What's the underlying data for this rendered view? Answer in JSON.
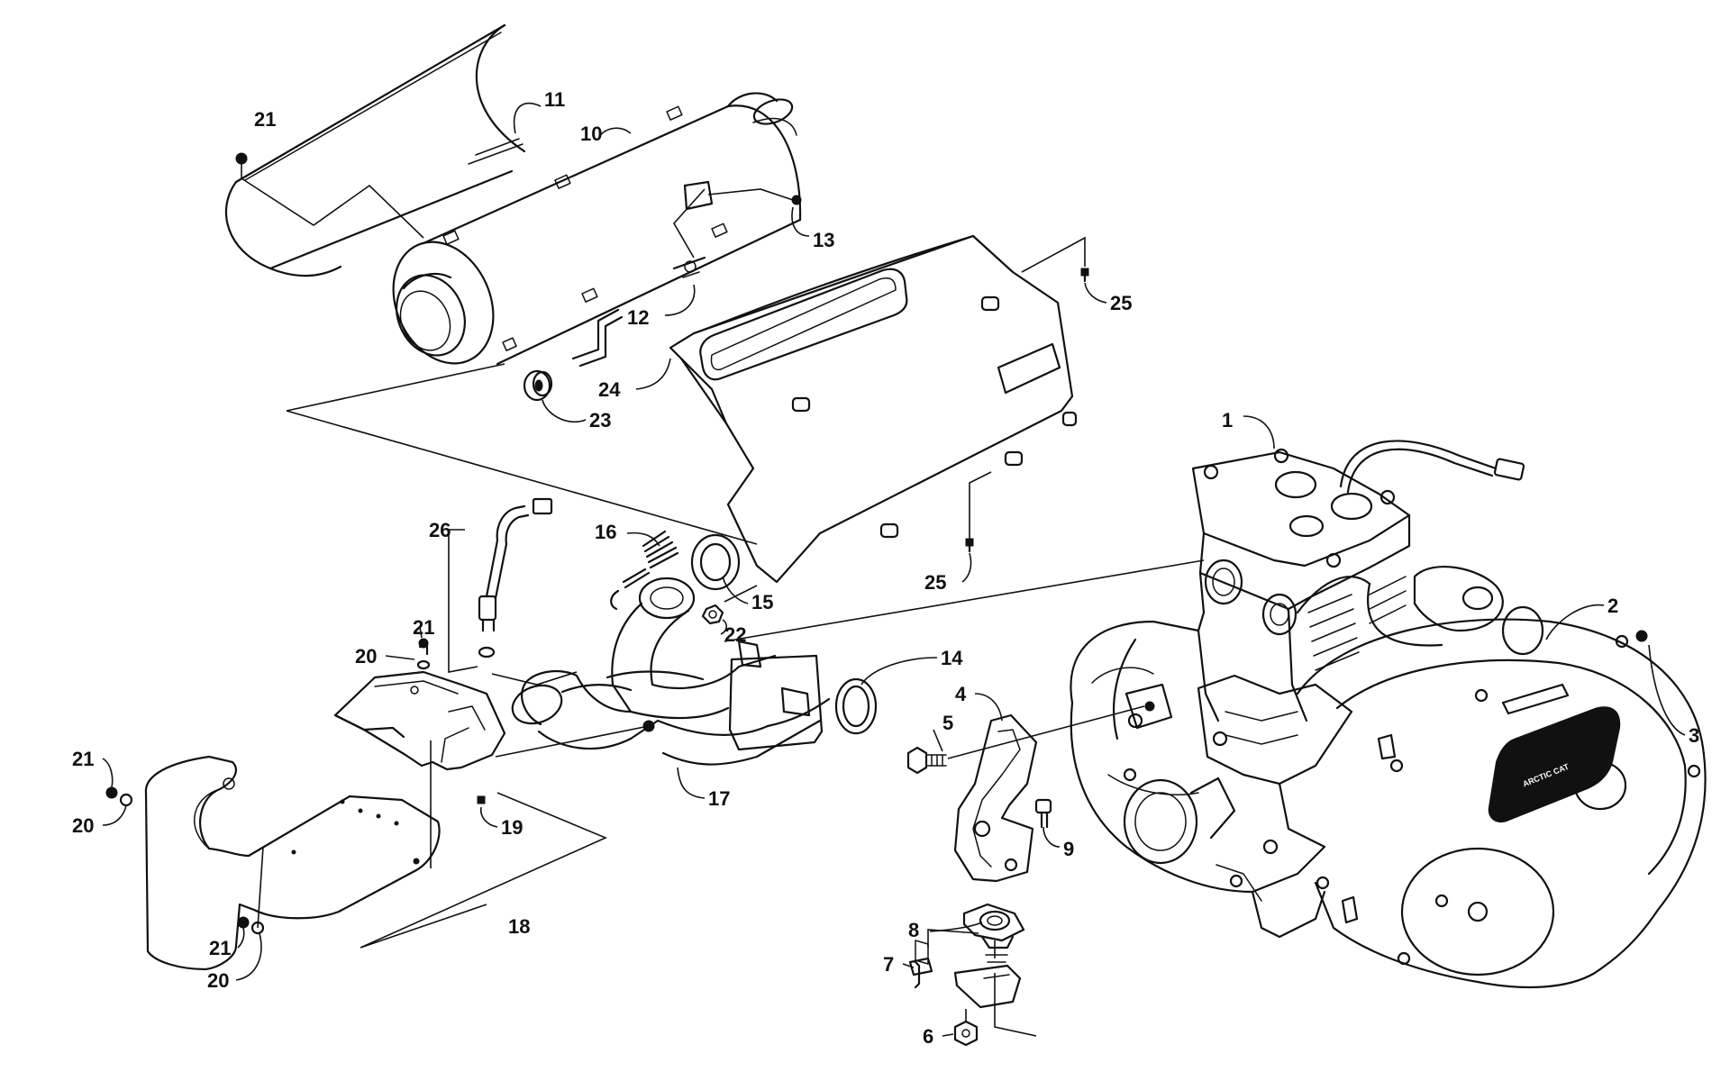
{
  "diagram": {
    "callouts": [
      "1",
      "2",
      "3",
      "4",
      "5",
      "6",
      "7",
      "8",
      "9",
      "10",
      "11",
      "12",
      "13",
      "14",
      "15",
      "16",
      "17",
      "18",
      "19",
      "20",
      "21",
      "22",
      "23",
      "24",
      "25",
      "26"
    ],
    "engine_cover_badge": "ARCTIC CAT",
    "colors": {
      "ink": "#111111",
      "paper": "#ffffff"
    }
  }
}
